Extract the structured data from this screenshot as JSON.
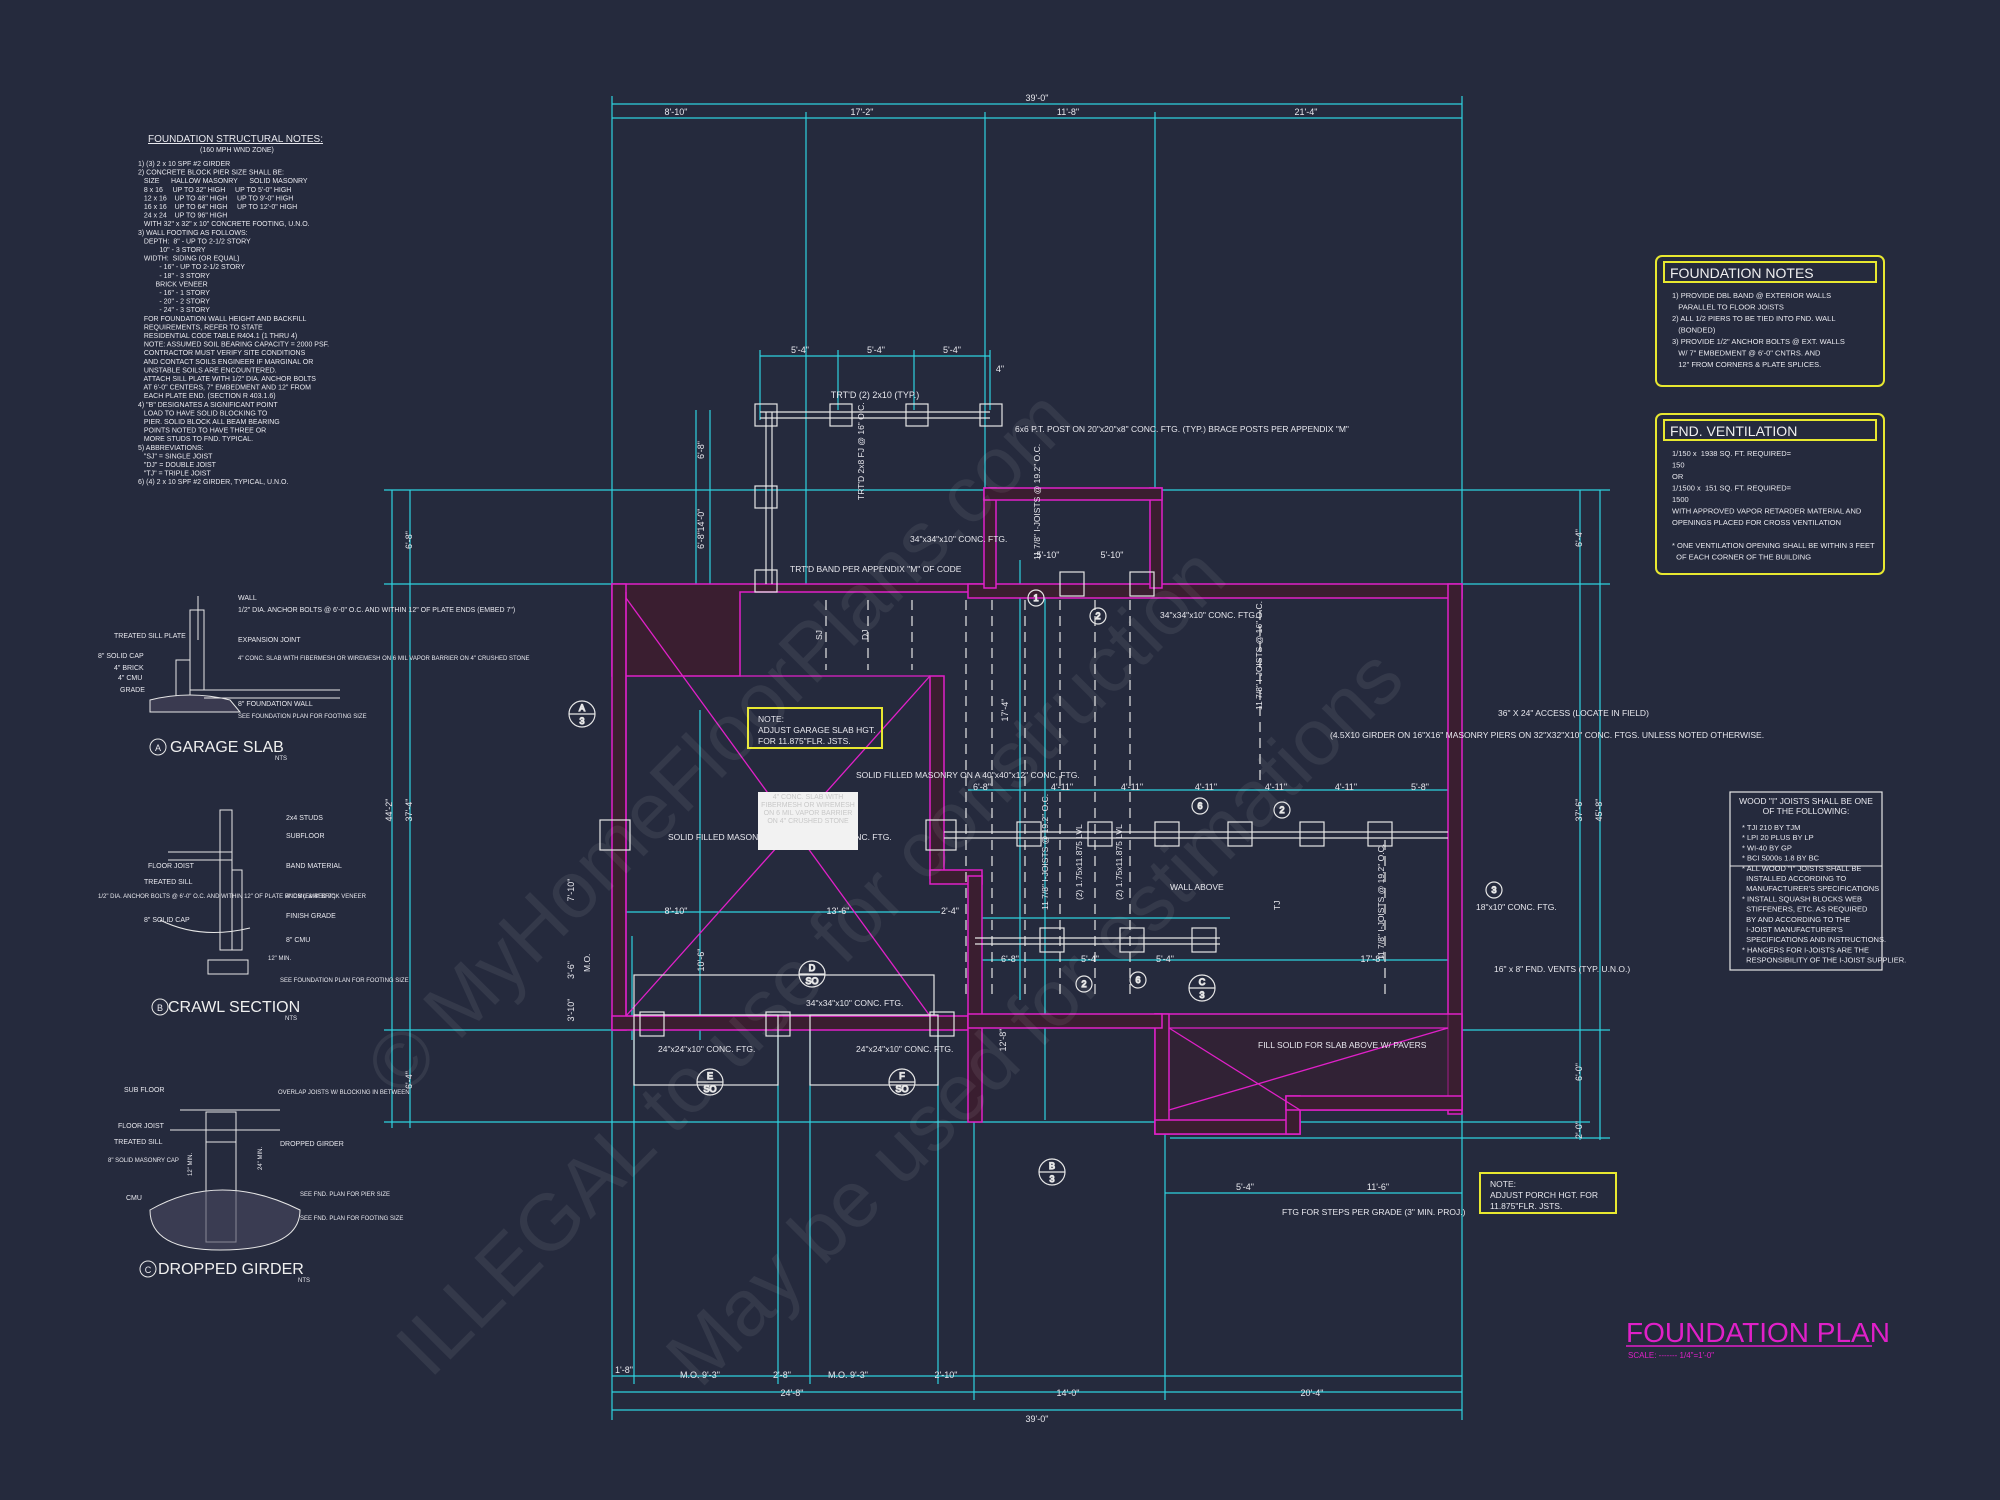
{
  "title": {
    "main": "FOUNDATION PLAN",
    "scale": "SCALE: ------- 1/4\"=1'-0\""
  },
  "watermark": [
    "© MyHomeFloorPlans.com",
    "ILLEGAL to use for construction",
    "May be used for estimations"
  ],
  "structural_notes": {
    "heading": "FOUNDATION STRUCTURAL NOTES:",
    "sub": "(160 MPH WND ZONE)",
    "lines": [
      "1) (3) 2 x 10 SPF #2 GIRDER",
      "2) CONCRETE BLOCK PIER SIZE SHALL BE:",
      "   SIZE      HALLOW MASONRY      SOLID MASONRY",
      "   8 x 16     UP TO 32\" HIGH     UP TO 5'-0\" HIGH",
      "   12 x 16    UP TO 48\" HIGH     UP TO 9'-0\" HIGH",
      "   16 x 16    UP TO 64\" HIGH     UP TO 12'-0\" HIGH",
      "   24 x 24    UP TO 96\" HIGH",
      "   WITH 32\" x 32\" x 10\" CONCRETE FOOTING, U.N.O.",
      "3) WALL FOOTING AS FOLLOWS:",
      "   DEPTH:  8\" - UP TO 2-1/2 STORY",
      "           10\" - 3 STORY",
      "   WIDTH:  SIDING (OR EQUAL)",
      "           - 16\" - UP TO 2-1/2 STORY",
      "           - 18\" - 3 STORY",
      "         BRICK VENEER",
      "           - 16\" - 1 STORY",
      "           - 20\" - 2 STORY",
      "           - 24\" - 3 STORY",
      "   FOR FOUNDATION WALL HEIGHT AND BACKFILL",
      "   REQUIREMENTS, REFER TO STATE",
      "   RESIDENTIAL CODE TABLE R404.1 (1 THRU 4)",
      "   NOTE: ASSUMED SOIL BEARING CAPACITY = 2000 PSF.",
      "   CONTRACTOR MUST VERIFY SITE CONDITIONS",
      "   AND CONTACT SOILS ENGINEER IF MARGINAL OR",
      "   UNSTABLE SOILS ARE ENCOUNTERED.",
      "   ATTACH SILL PLATE WITH 1/2\" DIA. ANCHOR BOLTS",
      "   AT 6'-0\" CENTERS, 7\" EMBEDMENT AND 12\" FROM",
      "   EACH PLATE END. (SECTION R 403.1.6)",
      "4) \"B\" DESIGNATES A SIGNIFICANT POINT",
      "   LOAD TO HAVE SOLID BLOCKING TO",
      "   PIER. SOLID BLOCK ALL BEAM BEARING",
      "   POINTS NOTED TO HAVE THREE OR",
      "   MORE STUDS TO FND. TYPICAL.",
      "5) ABBREVIATIONS:",
      "   \"SJ\" = SINGLE JOIST",
      "   \"DJ\" = DOUBLE JOIST",
      "   \"TJ\" = TRIPLE JOIST",
      "6) (4) 2 x 10 SPF #2 GIRDER, TYPICAL, U.N.O."
    ]
  },
  "foundation_notes": {
    "heading": "FOUNDATION NOTES",
    "lines": [
      "1) PROVIDE DBL BAND @ EXTERIOR WALLS",
      "   PARALLEL TO FLOOR JOISTS",
      "2) ALL 1/2 PIERS TO BE TIED INTO FND. WALL",
      "   (BONDED)",
      "3) PROVIDE 1/2\" ANCHOR BOLTS @ EXT. WALLS",
      "   W/ 7\" EMBEDMENT @ 6'-0\" CNTRS. AND",
      "   12\" FROM CORNERS & PLATE SPLICES."
    ]
  },
  "ventilation": {
    "heading": "FND. VENTILATION",
    "lines": [
      "1/150 x  1938 SQ. FT. REQUIRED=",
      "150",
      "OR",
      "1/1500 x  151 SQ. FT. REQUIRED=",
      "1500",
      "WITH APPROVED VAPOR RETARDER MATERIAL AND",
      "OPENINGS PLACED FOR CROSS VENTILATION",
      "",
      "* ONE VENTILATION OPENING SHALL BE WITHIN 3 FEET",
      "  OF EACH CORNER OF THE BUILDING"
    ]
  },
  "joist_notes": {
    "heading": "WOOD \"I\" JOISTS SHALL BE ONE OF THE FOLLOWING:",
    "lines": [
      "* TJI 210 BY TJM",
      "* LPI 20 PLUS BY LP",
      "* WI-40 BY GP",
      "* BCI 5000s 1.8 BY BC",
      "* ALL WOOD \"I\" JOISTS SHALL BE",
      "  INSTALLED ACCORDING TO",
      "  MANUFACTURER'S SPECIFICATIONS",
      "* INSTALL SQUASH BLOCKS WEB",
      "  STIFFENERS, ETC. AS REQUIRED",
      "  BY AND ACCORDING TO THE",
      "  I-JOIST MANUFACTURER'S",
      "  SPECIFICATIONS AND INSTRUCTIONS.",
      "* HANGERS FOR I-JOISTS ARE THE",
      "  RESPONSIBILITY OF THE I-JOIST SUPPLIER."
    ]
  },
  "details": {
    "a": {
      "label": "GARAGE SLAB",
      "mark": "A",
      "scale": "NTS",
      "callouts": [
        "WALL",
        "1/2\" DIA. ANCHOR BOLTS @ 6'-0\" O.C. AND WITHIN 12\" OF PLATE ENDS (EMBED 7\")",
        "EXPANSION JOINT",
        "4\" CONC. SLAB WITH FIBERMESH OR WIREMESH ON 6 MIL VAPOR BARRIER ON 4\" CRUSHED STONE",
        "8\" FOUNDATION WALL",
        "SEE FOUNDATION PLAN FOR FOOTING SIZE",
        "TREATED SILL PLATE",
        "8\" SOLID CAP",
        "4\" BRICK",
        "4\" CMU",
        "GRADE"
      ]
    },
    "b": {
      "label": "CRAWL SECTION",
      "mark": "B",
      "scale": "NTS",
      "callouts": [
        "2x4 STUDS",
        "SUBFLOOR",
        "BAND MATERIAL",
        "FLOOR JOIST",
        "TREATED SILL",
        "1/2\" DIA. ANCHOR BOLTS @ 6'-0\" O.C. AND WITHIN 12\" OF PLATE ENDS (EMBED 7\")",
        "8\" SOLID CAP",
        "4\" CMU & 4\" BRICK VENEER",
        "FINISH GRADE",
        "8\" CMU",
        "12\" MIN.",
        "SEE FOUNDATION PLAN FOR FOOTING SIZE"
      ]
    },
    "c": {
      "label": "DROPPED GIRDER",
      "mark": "C",
      "scale": "NTS",
      "callouts": [
        "SUB FLOOR",
        "OVERLAP JOISTS W/ BLOCKING IN BETWEEN",
        "FLOOR JOIST",
        "TREATED SILL",
        "DROPPED GIRDER",
        "8\" SOLID MASONRY CAP",
        "CMU",
        "SEE FND. PLAN FOR PIER SIZE",
        "SEE FND. PLAN FOR FOOTING SIZE",
        "12\" MIN.",
        "24\" MIN."
      ]
    }
  },
  "plan": {
    "dims_top": [
      "39'-0\"",
      "8'-10\"",
      "17'-2\"",
      "11'-8\"",
      "21'-4\""
    ],
    "dims_porch": [
      "5'-4\"",
      "5'-4\"",
      "5'-4\"",
      "4\""
    ],
    "dims_bottom": [
      "39'-0\"",
      "24'-8\"",
      "14'-0\"",
      "20'-4\"",
      "1'-8\"",
      "M.O. 9'-3\"",
      "2'-8\"",
      "M.O. 9'-3\"",
      "2'-10\"",
      "5'-4\"",
      "11'-6\""
    ],
    "dims_left": [
      "6'-8\"",
      "44'-2\"",
      "37'-4\"",
      "6'-4\"",
      "7'-10\"",
      "3'-6\"",
      "3'-10\""
    ],
    "dims_right": [
      "6'-4\"",
      "37'-6\"",
      "45'-8\"",
      "6'-0\"",
      "2'-0\""
    ],
    "dims_interior": [
      "6'-8\"",
      "4'-11\"",
      "4'-11\"",
      "4'-11\"",
      "4'-11\"",
      "4'-11\"",
      "5'-8\"",
      "8'-10\"",
      "13'-6\"",
      "2'-4\"",
      "6'-8\"",
      "5'-4\"",
      "5'-4\"",
      "17'-8\"",
      "5'-10\"",
      "5'-10\"",
      "14'-0\"",
      "12'-8\"",
      "10'-6\"",
      "17'-4\"",
      "6'-8\"",
      "6'-8\""
    ],
    "labels": [
      "TRT'D (2) 2x10 (TYP.)",
      "6x6 P.T. POST ON 20\"x20\"x8\" CONC. FTG. (TYP.) BRACE POSTS PER APPENDIX \"M\"",
      "TRT'D 2x8 FJ @ 16\" O.C.",
      "TRT'D BAND PER APPENDIX \"M\" OF CODE",
      "34\"x34\"x10\" CONC. FTG.",
      "34\"x34\"x10\" CONC. FTG.",
      "11 7/8\" I-JOISTS @ 19.2\" O.C.",
      "SOLID FILLED MASONRY ON A 40\"x40\"x12\" CONC. FTG.",
      "SOLID FILLED MASONRY ON A 40\"x40\"x12\" CONC. FTG.",
      "(4.5X10 GIRDER ON 16\"X16\" MASONRY PIERS ON 32\"X32\"X10\" CONC. FTGS. UNLESS NOTED OTHERWISE.",
      "36\" X 24\" ACCESS (LOCATE IN FIELD)",
      "18\"x10\" CONC. FTG.",
      "16\" x 8\" FND. VENTS (TYP. U.N.O.)",
      "FILL SOLID FOR SLAB ABOVE W/ PAVERS",
      "FTG FOR STEPS PER GRADE (3\" MIN. PROJ.)",
      "24\"x24\"x10\" CONC. FTG.",
      "24\"x24\"x10\" CONC. FTG.",
      "34\"x34\"x10\" CONC. FTG.",
      "WALL ABOVE",
      "(2) 1.75x11.875 LVL",
      "(2) 1.75x11.875 LVL",
      "11 7/8\" I-JOISTS @ 19.2\" O.C.",
      "11 7/8\" I-JOISTS @ 16\" O.C.",
      "11 7/8\" I-JOISTS @ 19.2\" O.C.",
      "M.O.",
      "SJ",
      "DJ",
      "TJ"
    ],
    "slab_note": "4\" CONC. SLAB WITH FIBERMESH OR WIREMESH ON 6 MIL VAPOR BARRIER ON 4\" CRUSHED STONE",
    "note1": {
      "head": "NOTE:",
      "body1": "ADJUST GARAGE SLAB HGT.",
      "body2": "FOR 11.875\"FLR. JSTS."
    },
    "note2": {
      "head": "NOTE:",
      "body1": "ADJUST PORCH HGT. FOR",
      "body2": "11.875\"FLR. JSTS."
    },
    "section_marks": [
      {
        "top": "A",
        "bot": "3"
      },
      {
        "top": "B",
        "bot": "3"
      },
      {
        "top": "C",
        "bot": "3"
      },
      {
        "top": "D",
        "bot": "SO"
      },
      {
        "top": "E",
        "bot": "SO"
      },
      {
        "top": "F",
        "bot": "SO"
      }
    ],
    "pier_marks": [
      "1",
      "2",
      "2",
      "2",
      "3",
      "6",
      "6"
    ]
  },
  "colors": {
    "bg": "#252a3d",
    "dim": "#2fd2e0",
    "wall": "#e020c8",
    "note": "#e8e830",
    "title": "#e020c8"
  }
}
